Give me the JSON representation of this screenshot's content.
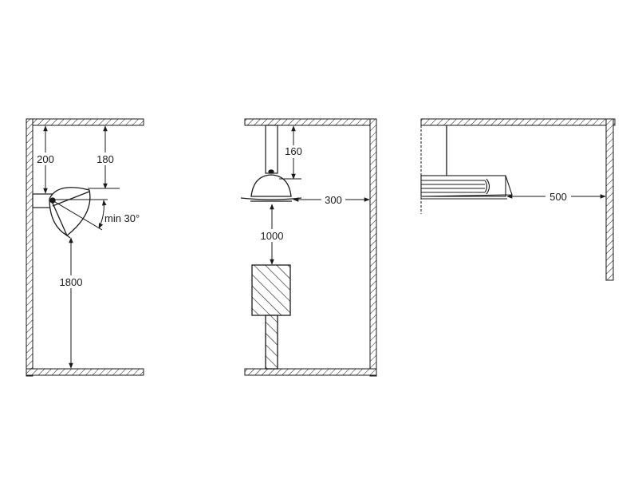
{
  "figure_a": {
    "dim_ceiling_to_mount": "200",
    "dim_ceiling_to_fixture": "180",
    "dim_tilt_angle": "min 30°",
    "dim_floor_to_fixture": "1800"
  },
  "figure_b": {
    "dim_ceiling_to_fixture": "160",
    "dim_fixture_to_wall": "300",
    "dim_fixture_to_object": "1000"
  },
  "figure_c": {
    "dim_fixture_to_wall": "500"
  },
  "colors": {
    "line": "#1a1a1a",
    "hatch": "#1a1a1a",
    "background": "#ffffff"
  }
}
